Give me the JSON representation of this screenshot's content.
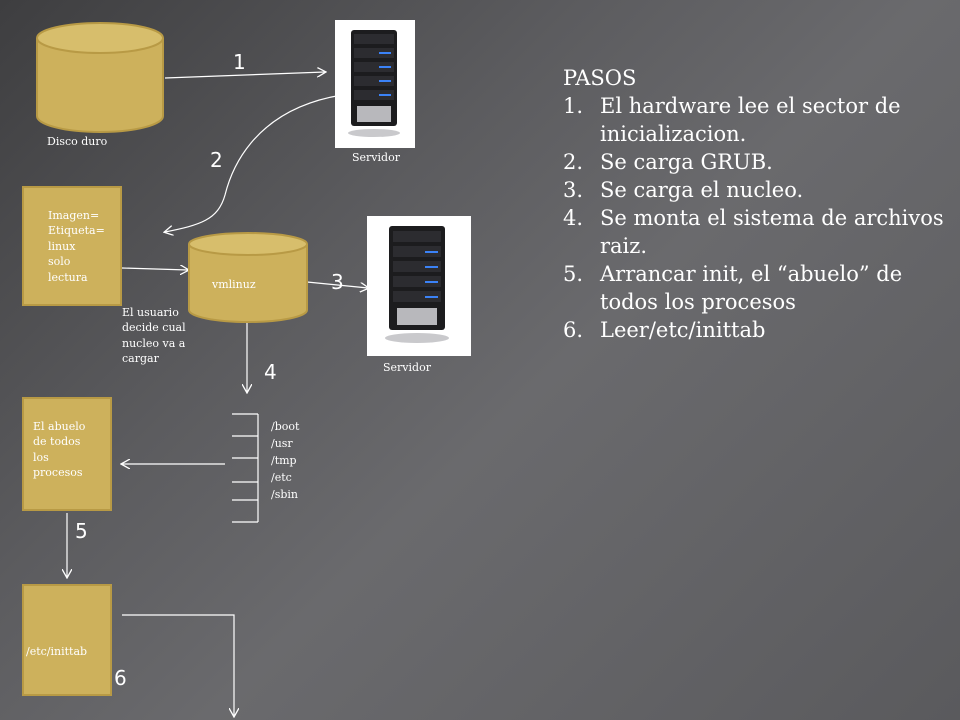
{
  "diagram": {
    "disk_label": "Disco duro",
    "server1_label": "Servidor",
    "server2_label": "Servidor",
    "image_box_lines": [
      "Imagen=",
      "Etiqueta=",
      "linux",
      "solo",
      "lectura"
    ],
    "vmlinuz_label": "vmlinuz",
    "user_note_lines": [
      "El usuario",
      "decide cual",
      "nucleo va a",
      "cargar"
    ],
    "grandfather_box_lines": [
      "El abuelo",
      "de todos",
      "los",
      "procesos"
    ],
    "fs_dirs": [
      "/boot",
      "/usr",
      "/tmp",
      "/etc",
      "/sbin"
    ],
    "inittab_label": "/etc/inittab",
    "step_numbers": [
      "1",
      "2",
      "3",
      "4",
      "5",
      "6"
    ]
  },
  "steps": {
    "title": "PASOS",
    "items": [
      {
        "num": "1.",
        "text": "El hardware lee el sector de inicializacion."
      },
      {
        "num": "2.",
        "text": "Se carga GRUB."
      },
      {
        "num": "3.",
        "text": "Se carga el nucleo."
      },
      {
        "num": "4.",
        "text": "Se monta el sistema de archivos raiz."
      },
      {
        "num": "5.",
        "text": "Arrancar init, el “abuelo” de todos los procesos"
      },
      {
        "num": "6.",
        "text": "Leer/etc/inittab"
      }
    ]
  },
  "colors": {
    "shape_fill": "#cdb15c",
    "shape_border": "#b89a45",
    "line": "#ffffff",
    "text": "#ffffff"
  }
}
